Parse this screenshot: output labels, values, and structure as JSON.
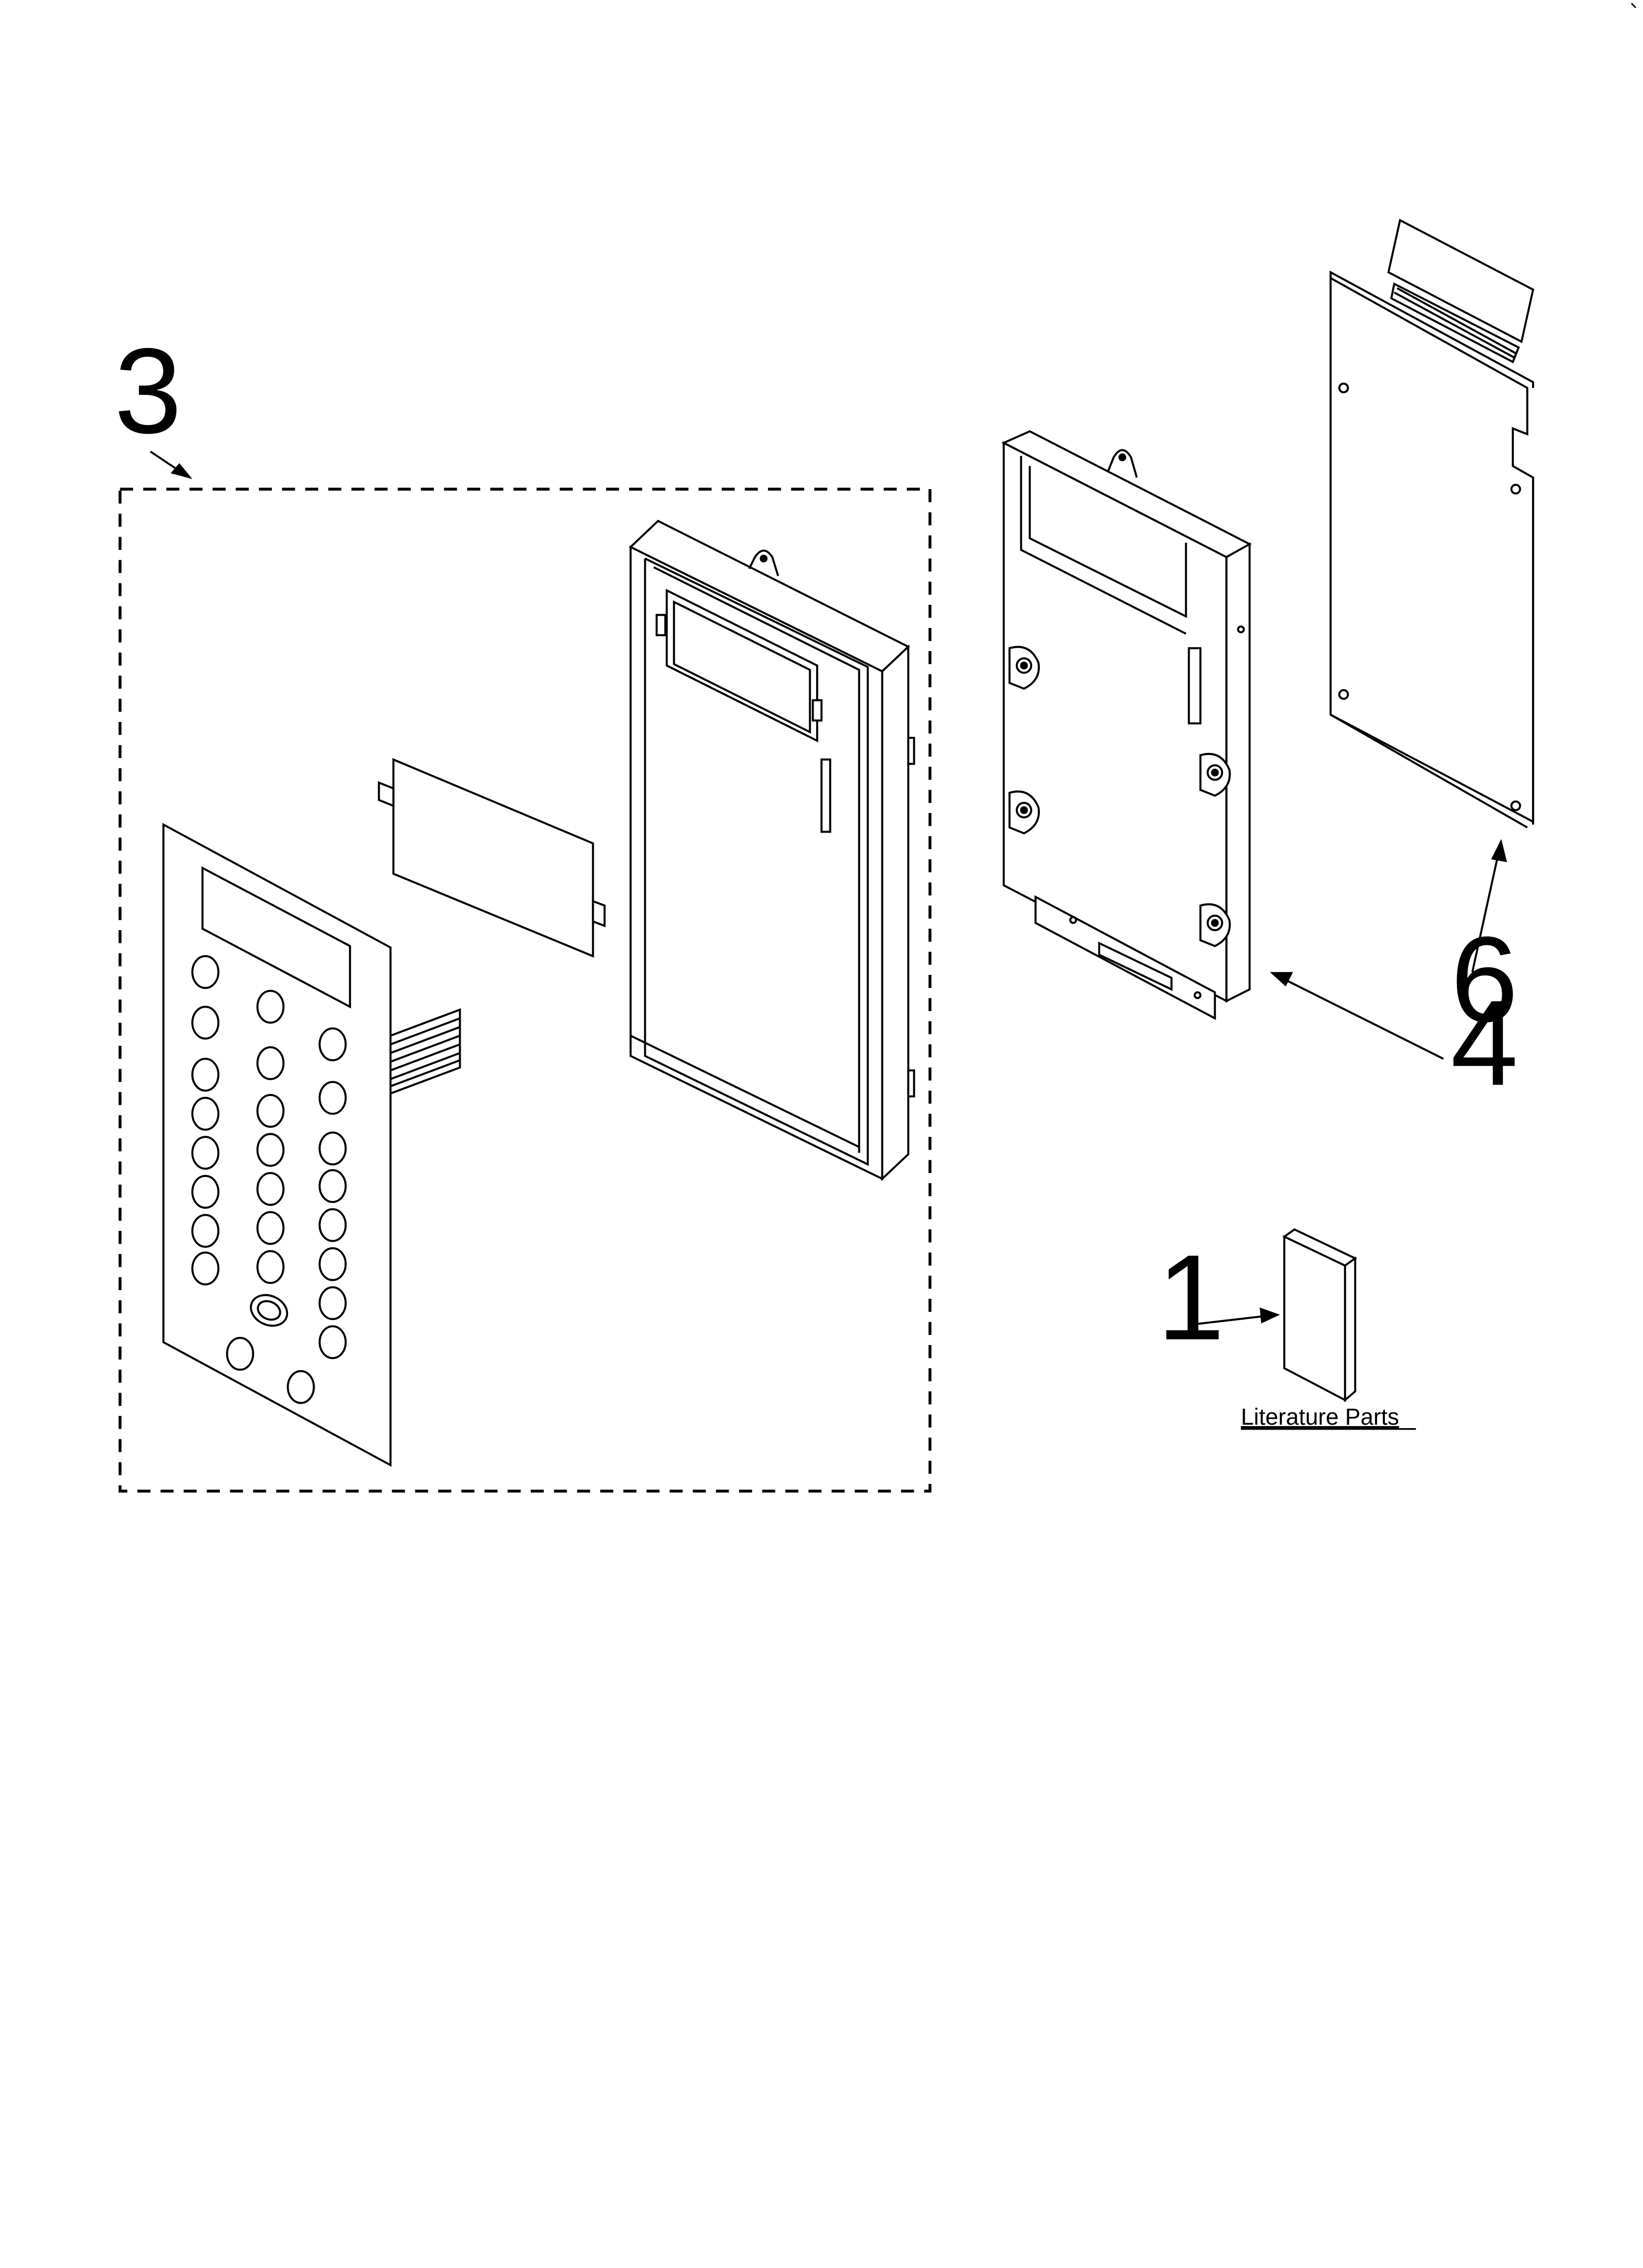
{
  "callouts": {
    "c1": "1",
    "c3": "3",
    "c4": "4",
    "c6": "6"
  },
  "literature_label": "Literature Parts",
  "colors": {
    "line": "#000000",
    "background": "#ffffff"
  }
}
